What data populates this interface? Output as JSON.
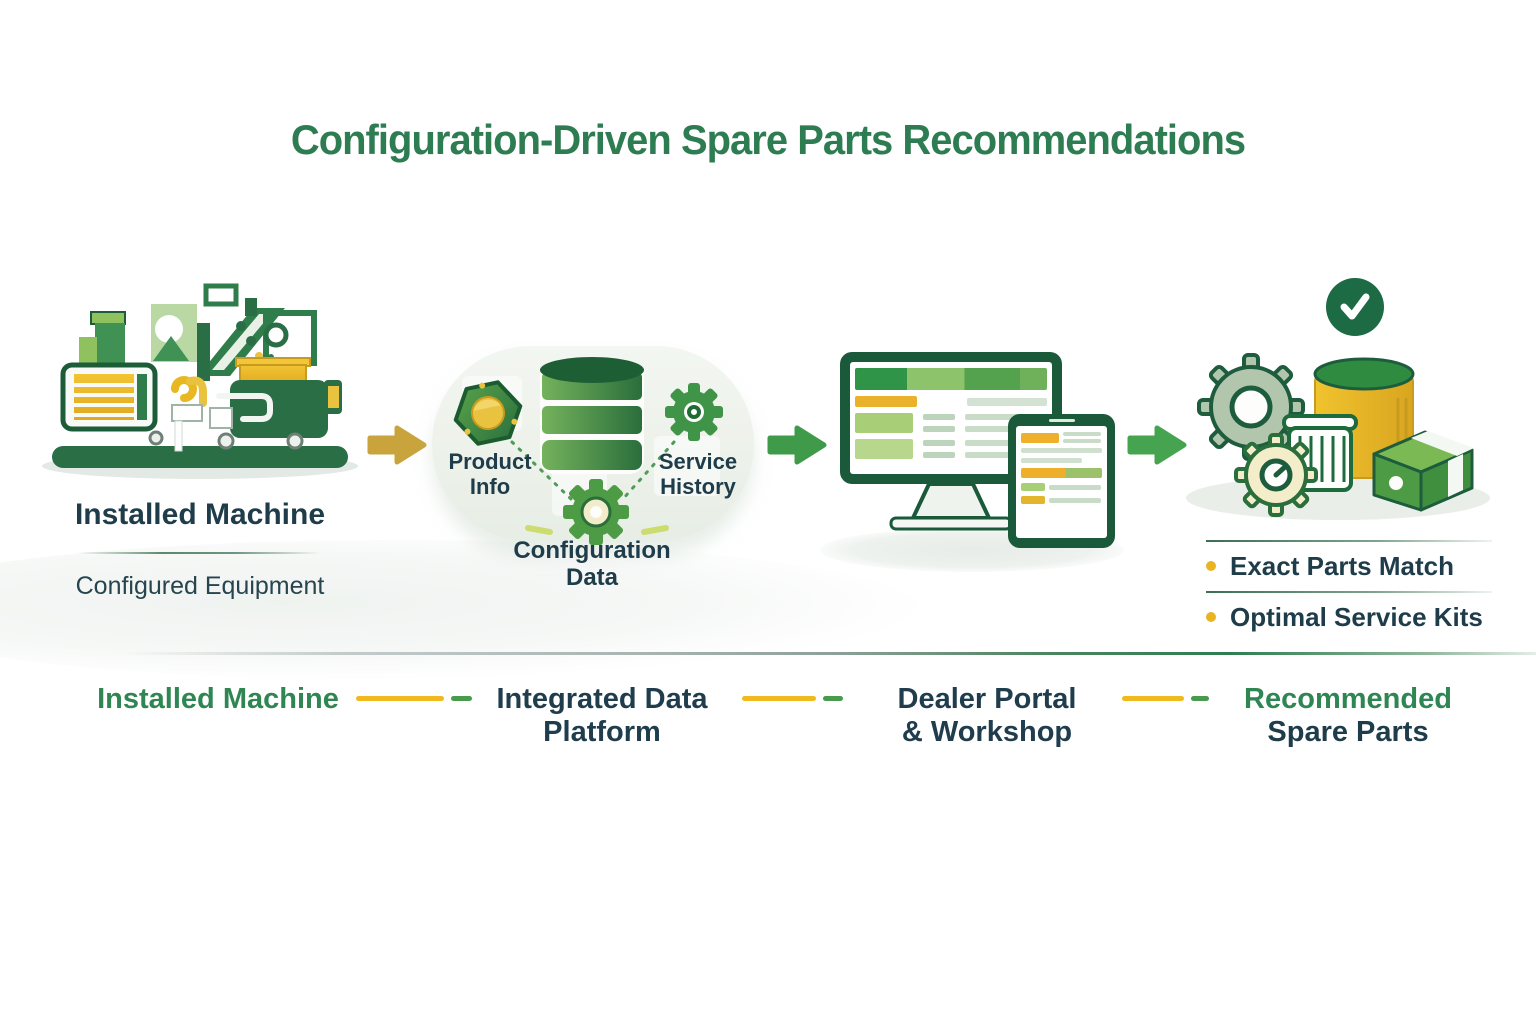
{
  "title": "Configuration-Driven Spare Parts Recommendations",
  "stage_machine": {
    "heading": "Installed Machine",
    "subheading": "Configured Equipment"
  },
  "stage_platform": {
    "node_left": "Product Info",
    "node_right": "Service History",
    "node_bottom": "Configuration Data"
  },
  "stage_parts": {
    "bullets": [
      {
        "label": "Exact Parts Match"
      },
      {
        "label": "Optimal Service Kits"
      }
    ]
  },
  "bottom_row": {
    "stage1": "Installed Machine",
    "stage2_line1": "Integrated Data",
    "stage2_line2": "Platform",
    "stage3_line1": "Dealer Portal",
    "stage3_line2": "& Workshop",
    "stage4_line1": "Recommended",
    "stage4_line2": "Spare Parts"
  },
  "icons": {
    "check_icon": "✓",
    "bullet_dot": "●",
    "flow_arrow": "→"
  },
  "colors": {
    "title_green": "#2E7D52",
    "dark_heading": "#1E3C4A",
    "accent_gold": "#E9B422",
    "arrow_gold": "#C9A43C",
    "arrow_green": "#46A450",
    "frame_green": "#1A5A3A",
    "light_green": "#8CC36B"
  }
}
